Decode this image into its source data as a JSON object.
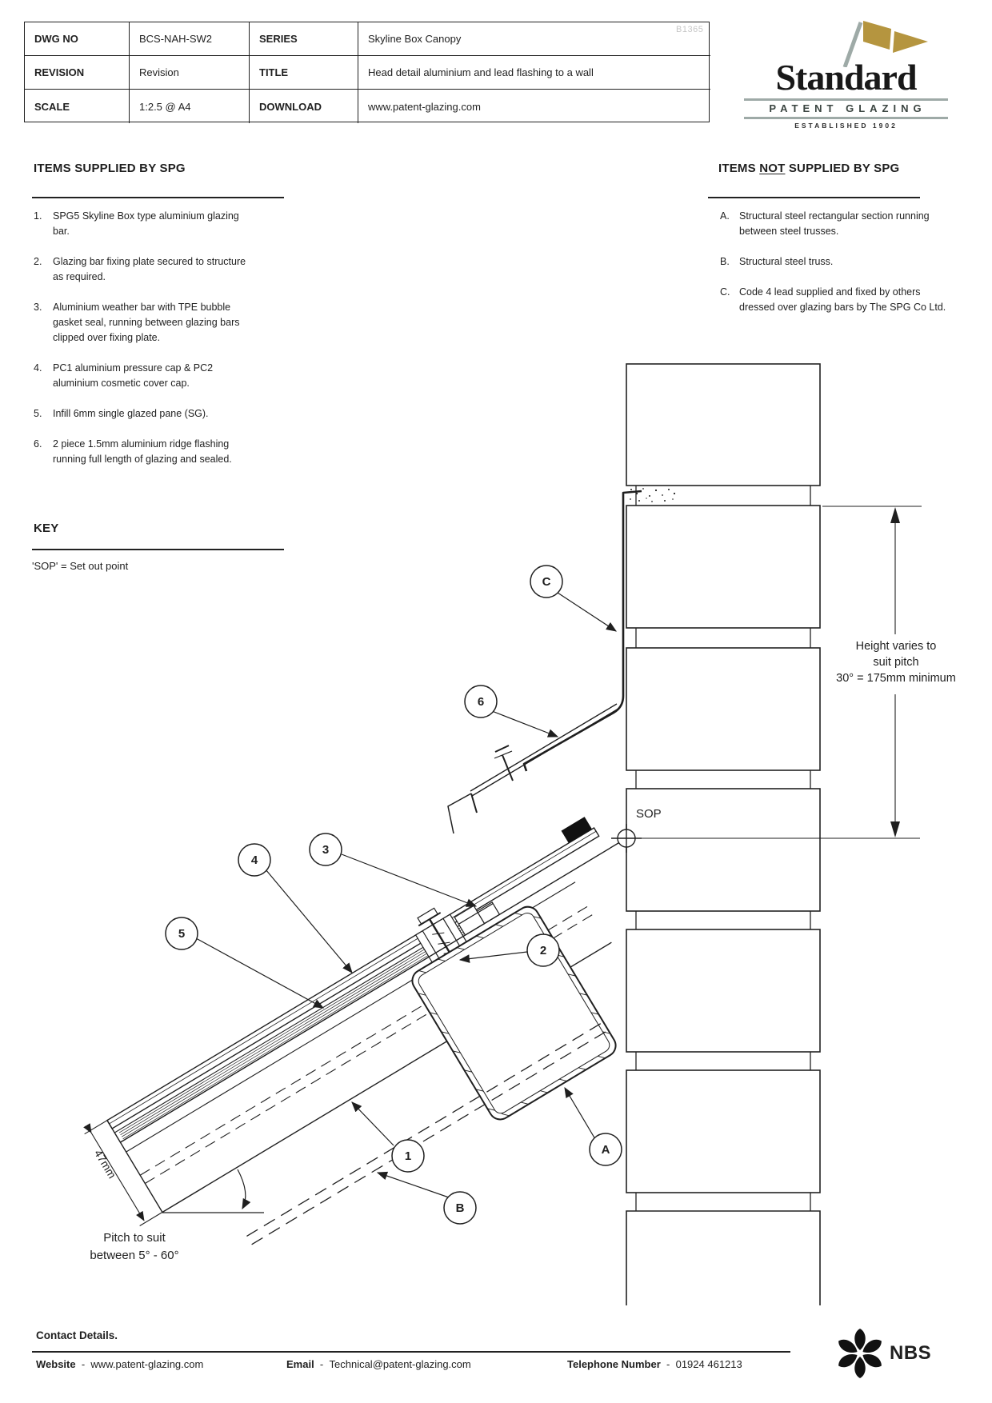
{
  "page": {
    "watermark": "B1365"
  },
  "title_block": {
    "rows": [
      {
        "label": "DWG NO",
        "value": "BCS-NAH-SW2",
        "label2": "SERIES",
        "value2": "Skyline Box Canopy"
      },
      {
        "label": "REVISION",
        "value": "Revision",
        "label2": "TITLE",
        "value2": "Head detail aluminium and lead flashing to a wall"
      },
      {
        "label": "SCALE",
        "value": "1:2.5 @ A4",
        "label2": "DOWNLOAD",
        "value2": "www.patent-glazing.com"
      }
    ]
  },
  "logo": {
    "name": "Standard",
    "subtitle": "PATENT GLAZING",
    "established": "ESTABLISHED 1902"
  },
  "supplied": {
    "heading": "ITEMS SUPPLIED BY SPG",
    "items": [
      {
        "num": "1.",
        "text": "SPG5 Skyline Box type aluminium glazing bar."
      },
      {
        "num": "2.",
        "text": "Glazing bar fixing plate secured to structure as required."
      },
      {
        "num": "3.",
        "text": "Aluminium weather bar with TPE bubble gasket seal, running between glazing bars clipped over fixing plate."
      },
      {
        "num": "4.",
        "text": "PC1 aluminium pressure cap & PC2 aluminium cosmetic cover cap."
      },
      {
        "num": "5.",
        "text": "Infill 6mm single glazed pane (SG)."
      },
      {
        "num": "6.",
        "text": "2 piece 1.5mm aluminium ridge flashing running full length of glazing and sealed."
      }
    ]
  },
  "not_supplied": {
    "heading_pre": "ITEMS ",
    "heading_not": "NOT",
    "heading_post": " SUPPLIED BY SPG",
    "items": [
      {
        "letter": "A.",
        "text": "Structural steel rectangular section running between steel trusses."
      },
      {
        "letter": "B.",
        "text": "Structural steel truss."
      },
      {
        "letter": "C.",
        "text": "Code 4 lead supplied and fixed by others dressed over glazing bars by The SPG Co Ltd."
      }
    ]
  },
  "key": {
    "heading": "KEY",
    "entry": "'SOP' = Set out point"
  },
  "drawing": {
    "sop_label": "SOP",
    "height_note": {
      "line1": "Height varies to",
      "line2": "suit pitch",
      "line3": "30° = 175mm minimum"
    },
    "dim_47": "47mm",
    "pitch_note": {
      "line1": "Pitch to suit",
      "line2": "between 5° - 60°"
    },
    "balloons": [
      {
        "id": "1"
      },
      {
        "id": "2"
      },
      {
        "id": "3"
      },
      {
        "id": "4"
      },
      {
        "id": "5"
      },
      {
        "id": "6"
      },
      {
        "id": "A"
      },
      {
        "id": "B"
      },
      {
        "id": "C"
      }
    ]
  },
  "footer": {
    "heading": "Contact Details.",
    "website_label": "Website",
    "sep": "-",
    "website": "www.patent-glazing.com",
    "email_label": "Email",
    "email": "Technical@patent-glazing.com",
    "phone_label": "Telephone Number",
    "phone": "01924 461213",
    "nbs": "NBS"
  }
}
